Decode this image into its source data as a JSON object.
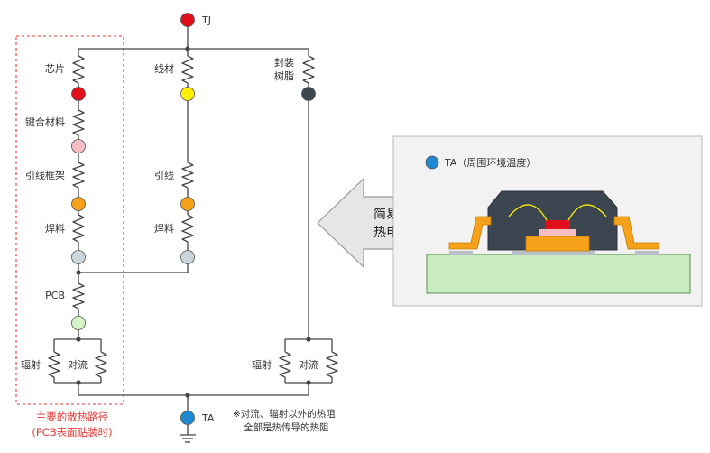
{
  "nodes": {
    "tj": {
      "label": "TJ",
      "color": "#e0101a"
    },
    "ta": {
      "label": "TA",
      "color": "#1e88d0"
    }
  },
  "branches": {
    "chip": {
      "resistor1": "芯片",
      "resistor2": "键合材料",
      "resistor3": "引线框架",
      "resistor4": "焊料",
      "resistor5": "PCB",
      "radiation": "辐射",
      "convection": "对流"
    },
    "wire": {
      "resistor1": "线材",
      "resistor2": "引线",
      "resistor3": "焊料"
    },
    "package": {
      "resistor1_line1": "封装",
      "resistor1_line2": "树脂",
      "radiation": "辐射",
      "convection": "对流"
    }
  },
  "node_colors": {
    "red": "#e0101a",
    "pink": "#f8bcc3",
    "orange": "#f5a21a",
    "gray": "#ccd4dc",
    "green": "#d5f5c8",
    "yellow": "#fff000",
    "dark": "#3b4650",
    "blue": "#1e88d0"
  },
  "highlight": {
    "title": "主要的散热路径",
    "subtitle": "(PCB表面贴装时)",
    "color": "#e53935"
  },
  "note": {
    "line1": "※对流、辐射以外的热阻",
    "line2": "全部是热传导的热阻"
  },
  "arrow": {
    "line1": "简易稳态",
    "line2": "热电路网"
  },
  "inset": {
    "ta_label": "TA（周围环境温度）"
  }
}
